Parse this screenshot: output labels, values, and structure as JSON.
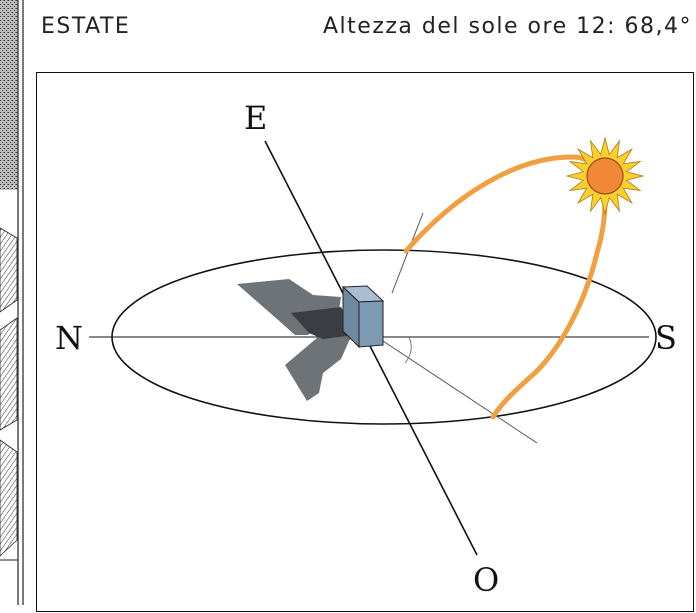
{
  "header": {
    "season": "ESTATE",
    "sun_altitude": "Altezza del sole ore 12: 68,4°"
  },
  "diagram": {
    "cardinals": {
      "north": "N",
      "south": "S",
      "east": "E",
      "west": "O"
    },
    "colors": {
      "sun_path": "#F0A040",
      "sun_disc": "#F08838",
      "sun_rays": "#F8D030",
      "building_front": "#7F9BB3",
      "building_top": "#A9BED0",
      "shadow_dark": "#3A3E43",
      "shadow_light": "#6E7378"
    }
  }
}
